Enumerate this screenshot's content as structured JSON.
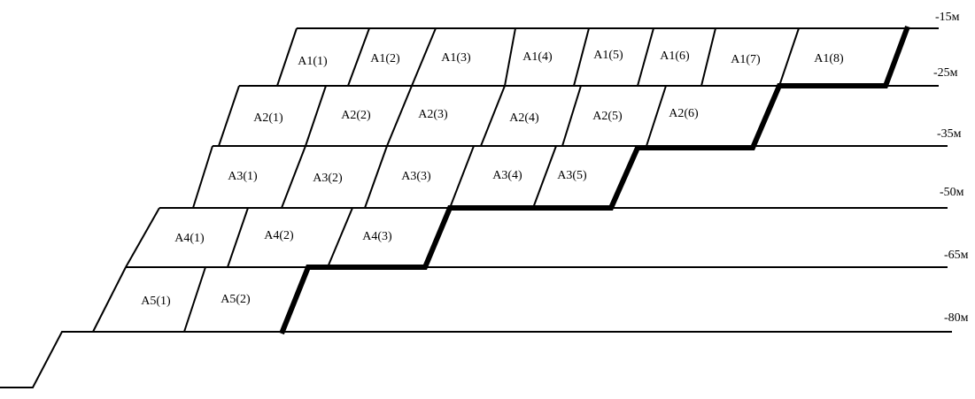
{
  "levels": [
    "-15м",
    "-25м",
    "-35м",
    "-50м",
    "-65м",
    "-80м"
  ],
  "rows": [
    {
      "name": "A1",
      "cells": [
        "A1(1)",
        "A1(2)",
        "A1(3)",
        "A1(4)",
        "A1(5)",
        "A1(6)",
        "A1(7)",
        "A1(8)"
      ]
    },
    {
      "name": "A2",
      "cells": [
        "A2(1)",
        "A2(2)",
        "A2(3)",
        "A2(4)",
        "A2(5)",
        "A2(6)"
      ]
    },
    {
      "name": "A3",
      "cells": [
        "A3(1)",
        "A3(2)",
        "A3(3)",
        "A3(4)",
        "A3(5)"
      ]
    },
    {
      "name": "A4",
      "cells": [
        "A4(1)",
        "A4(2)",
        "A4(3)"
      ]
    },
    {
      "name": "A5",
      "cells": [
        "A5(1)",
        "A5(2)"
      ]
    }
  ]
}
